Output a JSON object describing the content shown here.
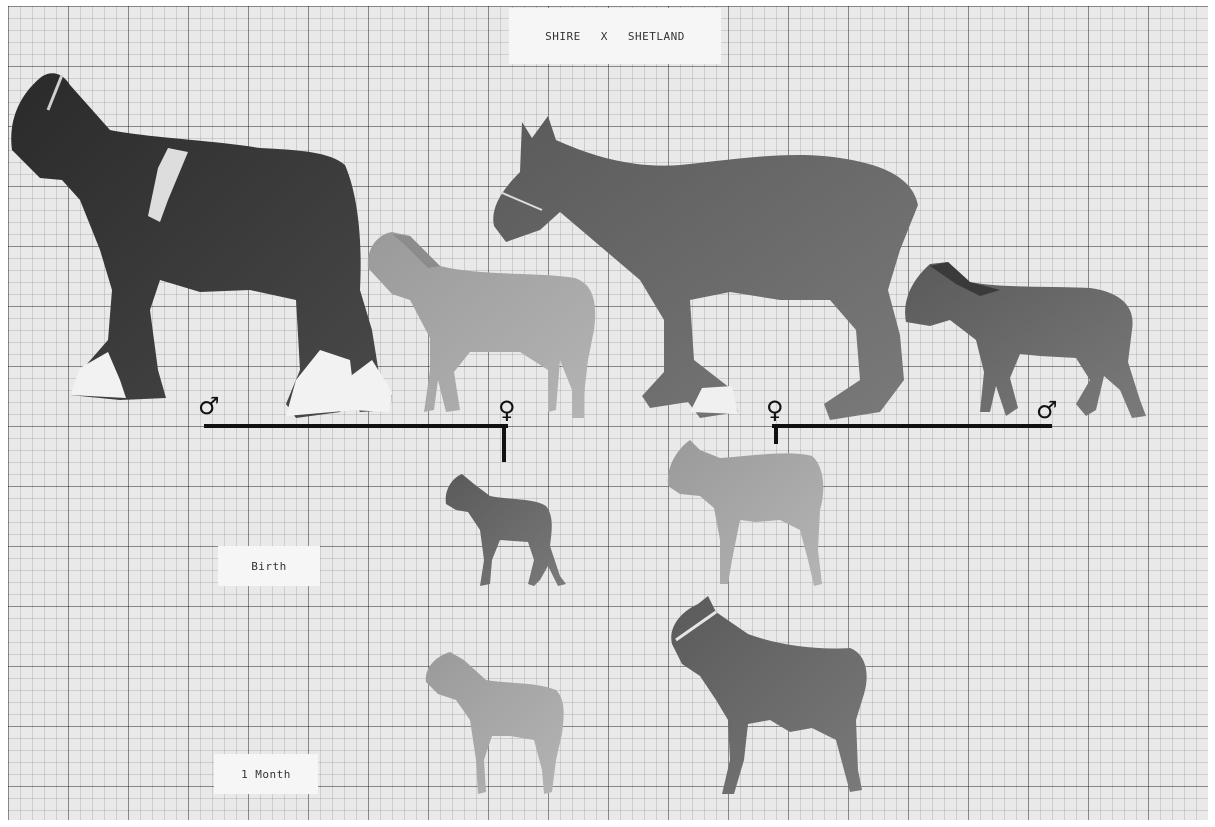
{
  "title": {
    "left": "SHIRE",
    "cross": "X",
    "right": "SHETLAND"
  },
  "labels": {
    "birth": "Birth",
    "one_month": "1 Month"
  },
  "symbols": {
    "male": "♂",
    "female": "♀"
  },
  "colors": {
    "grid_paper": "#e9e9e9",
    "label_paper": "#f6f6f6",
    "line": "#111111"
  }
}
